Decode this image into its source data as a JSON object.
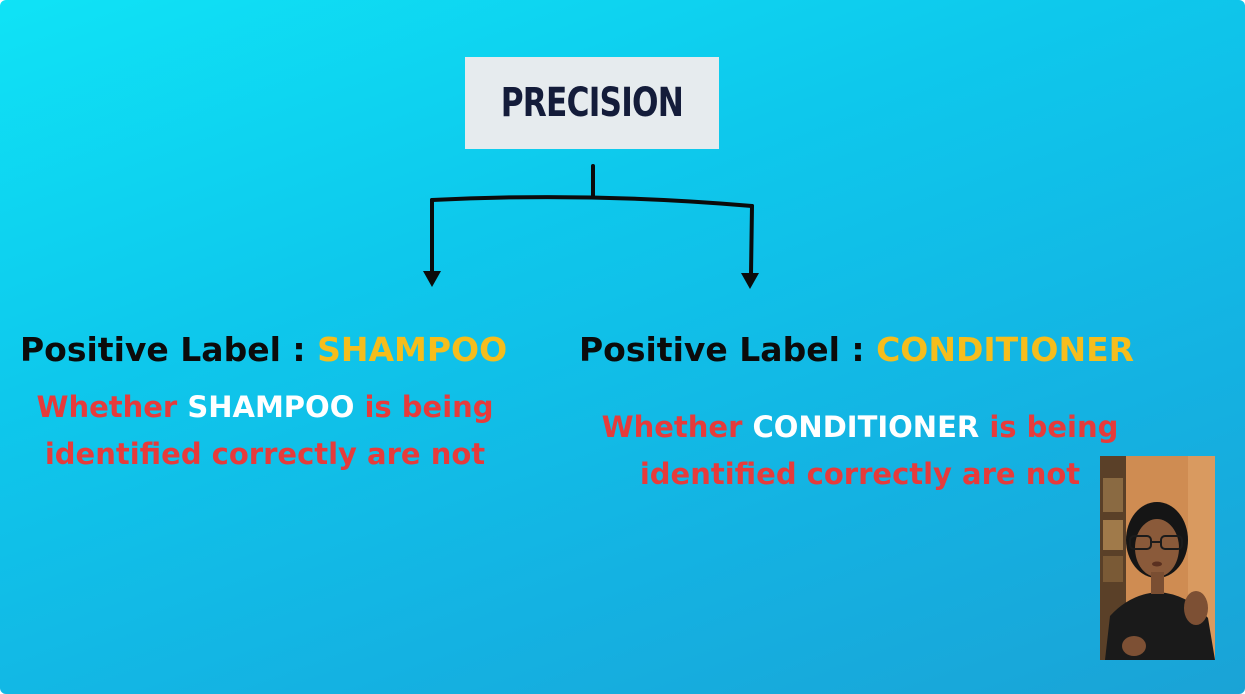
{
  "title": "PRECISION",
  "branches": [
    {
      "label_prefix": "Positive Label : ",
      "label_value": "SHAMPOO",
      "desc_before": "Whether ",
      "desc_highlight": "SHAMPOO",
      "desc_after": " is being",
      "desc_line2": "identified correctly are not"
    },
    {
      "label_prefix": "Positive Label : ",
      "label_value": "CONDITIONER",
      "desc_before": "Whether ",
      "desc_highlight": "CONDITIONER",
      "desc_after": " is being",
      "desc_line2": "identified correctly are not"
    }
  ],
  "colors": {
    "background": "#14b9e6",
    "title_text": "#141c3a",
    "label_text": "#0b0b0b",
    "label_value": "#f6bd1c",
    "description": "#e63b3b",
    "highlight": "#ffffff"
  },
  "presenter_video": "webcam-presenter-image"
}
